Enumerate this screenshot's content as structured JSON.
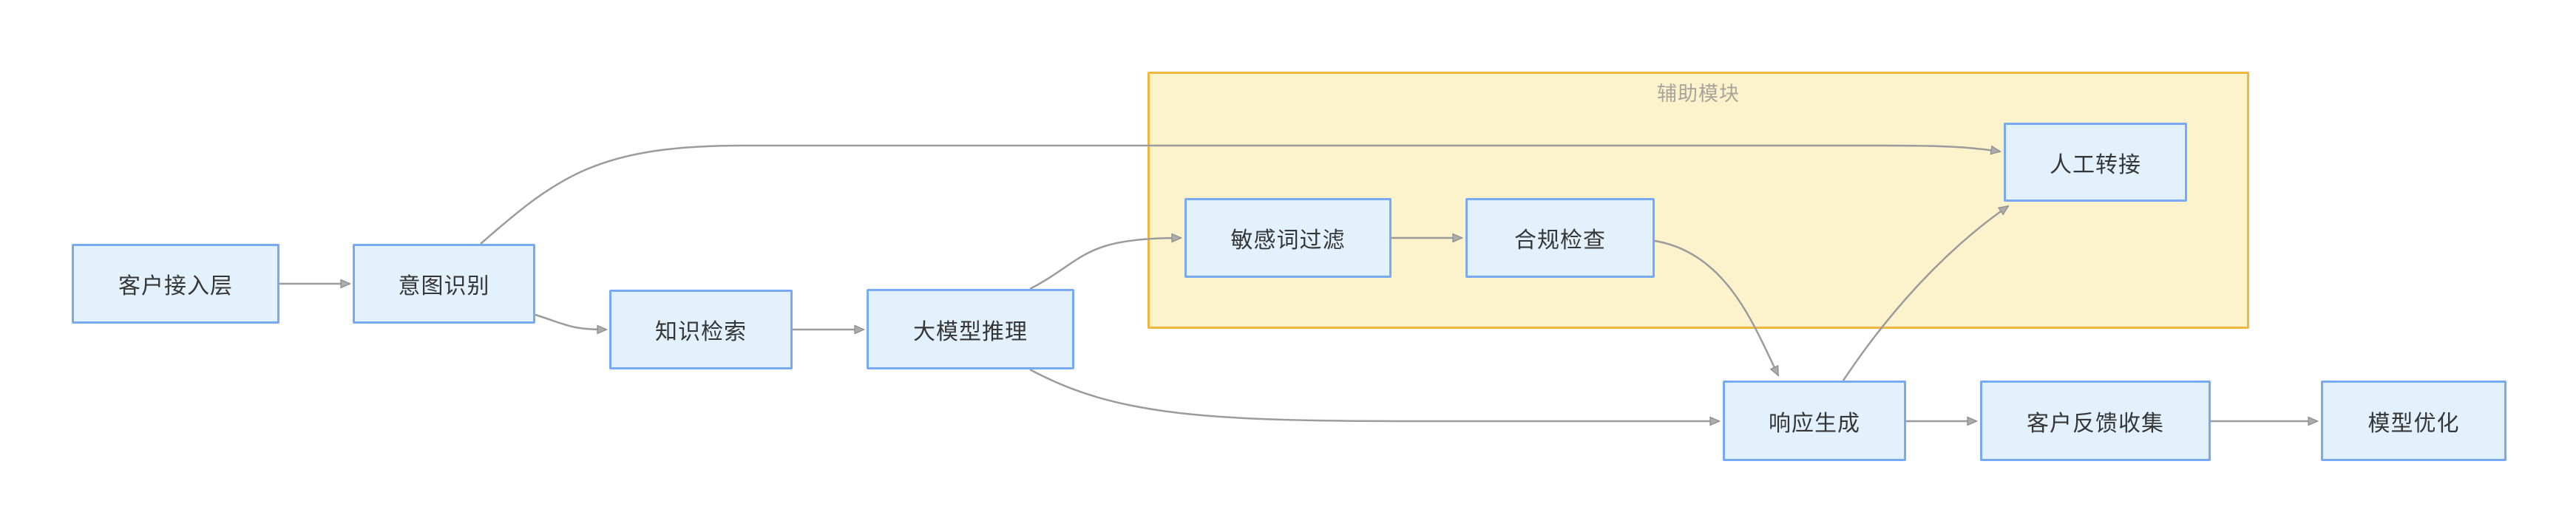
{
  "diagram": {
    "type": "flowchart",
    "background": "#ffffff",
    "nodes": [
      {
        "id": "customer-access",
        "label": "客户接入层"
      },
      {
        "id": "intent-recognition",
        "label": "意图识别"
      },
      {
        "id": "knowledge-retrieval",
        "label": "知识检索"
      },
      {
        "id": "llm-inference",
        "label": "大模型推理"
      },
      {
        "id": "sensitive-word-filter",
        "label": "敏感词过滤"
      },
      {
        "id": "compliance-check",
        "label": "合规检查"
      },
      {
        "id": "human-transfer",
        "label": "人工转接"
      },
      {
        "id": "response-generation",
        "label": "响应生成"
      },
      {
        "id": "customer-feedback",
        "label": "客户反馈收集"
      },
      {
        "id": "model-optimization",
        "label": "模型优化"
      }
    ],
    "group": {
      "label": "辅助模块",
      "members": [
        "sensitive-word-filter",
        "compliance-check",
        "human-transfer"
      ]
    },
    "edges": [
      {
        "from": "customer-access",
        "to": "intent-recognition"
      },
      {
        "from": "intent-recognition",
        "to": "knowledge-retrieval"
      },
      {
        "from": "intent-recognition",
        "to": "human-transfer"
      },
      {
        "from": "knowledge-retrieval",
        "to": "llm-inference"
      },
      {
        "from": "llm-inference",
        "to": "sensitive-word-filter"
      },
      {
        "from": "sensitive-word-filter",
        "to": "compliance-check"
      },
      {
        "from": "compliance-check",
        "to": "response-generation"
      },
      {
        "from": "llm-inference",
        "to": "response-generation"
      },
      {
        "from": "response-generation",
        "to": "human-transfer"
      },
      {
        "from": "response-generation",
        "to": "customer-feedback"
      },
      {
        "from": "customer-feedback",
        "to": "model-optimization"
      }
    ],
    "colors": {
      "node_fill": "#e3f1fd",
      "node_border": "#78a9f4",
      "node_text": "#363636",
      "group_fill": "#fcf3cd",
      "group_border": "#f0b63f",
      "group_text": "#a8a49a",
      "edge": "#9b9b9b",
      "arrowhead_fill": "#acacac"
    }
  }
}
